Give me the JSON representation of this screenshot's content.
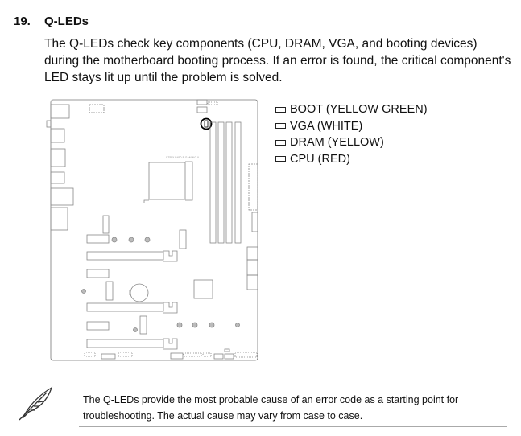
{
  "section": {
    "number": "19.",
    "title": "Q-LEDs"
  },
  "paragraph": "The Q-LEDs check key components (CPU, DRAM, VGA, and booting devices) during the motherboard booting process. If an error is found, the critical component's LED stays lit up until the problem is solved.",
  "board_label": "STRIX B450-F GAMING II",
  "legend": [
    "BOOT (YELLOW GREEN)",
    "VGA (WHITE)",
    "DRAM (YELLOW)",
    "CPU (RED)"
  ],
  "note": {
    "icon": "feather-pen-icon",
    "text": "The Q-LEDs provide the most probable cause of an error code as a starting point for troubleshooting. The actual cause may vary from case to case."
  }
}
